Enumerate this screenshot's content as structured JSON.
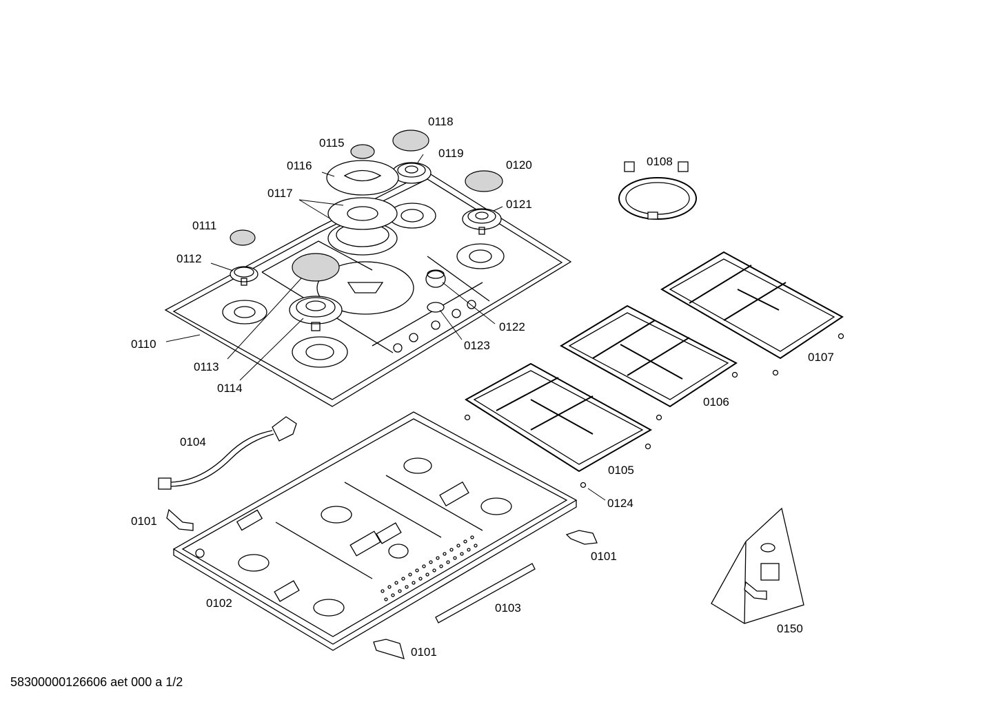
{
  "document_id": "58300000126606 aet 000 a 1/2",
  "callouts": [
    "0118",
    "0115",
    "0119",
    "0116",
    "0120",
    "0108",
    "0117",
    "0121",
    "0111",
    "0112",
    "0122",
    "0110",
    "0123",
    "0107",
    "0113",
    "0106",
    "0114",
    "0104",
    "0105",
    "0124",
    "0101",
    "0101",
    "0102",
    "0103",
    "0101",
    "0150"
  ]
}
